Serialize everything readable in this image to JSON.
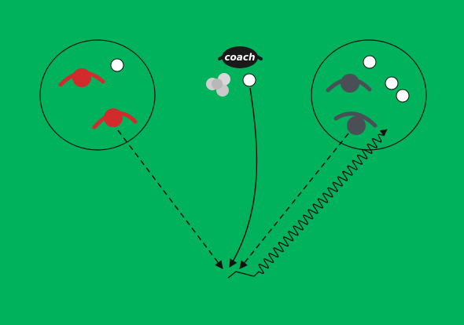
{
  "colors": {
    "pitch": "#00b25c",
    "outline": "#111111",
    "team_red": "#d22b2b",
    "team_grey": "#4a4f55",
    "ball": "#ffffff",
    "ball_stack": "#c7c7c7",
    "coach_badge": "#1a1a1a",
    "coach_text": "#ffffff",
    "arrow": "#111111"
  },
  "coach": {
    "label": "coach"
  },
  "icons": {
    "player": "player-marker",
    "ball": "ball",
    "ball_stack": "ball-stack",
    "coach": "coach-badge",
    "pass_path": "dashed-arrow",
    "dribble_path": "wavy-arrow",
    "run_path": "solid-arrow"
  },
  "groups": {
    "left_team": "red",
    "right_team": "grey"
  }
}
